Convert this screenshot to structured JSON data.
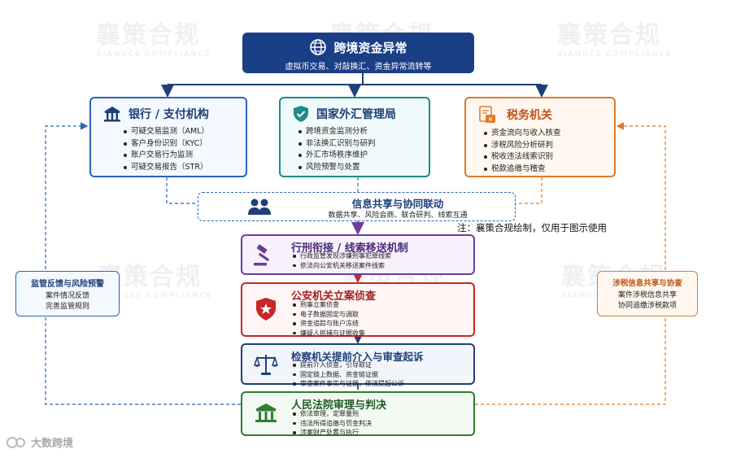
{
  "watermark": {
    "brand": "襄策合规",
    "brand_en": "XIANGCE COMPLIANCE"
  },
  "top": {
    "title": "跨境资金异常",
    "subtitle": "虚拟币交易、对敲换汇、资金异常流转等",
    "icon": "globe-icon"
  },
  "bank": {
    "title": "银行 / 支付机构",
    "icon": "bank-icon",
    "color": "#2a63b8",
    "items": [
      "可疑交易监测（AML）",
      "客户身份识别（KYC）",
      "账户交易行为监测",
      "可疑交易报告（STR）"
    ]
  },
  "safe": {
    "title": "国家外汇管理局",
    "icon": "shield-check-icon",
    "color": "#1f8a8a",
    "items": [
      "跨境资金监测分析",
      "非法换汇识别与研判",
      "外汇市场秩序维护",
      "风险预警与处置"
    ]
  },
  "tax": {
    "title": "税务机关",
    "icon": "tax-document-icon",
    "color": "#e07b2a",
    "items": [
      "资金流向与收入核查",
      "涉税风险分析研判",
      "税收违法线索识别",
      "税款追缴与稽查"
    ]
  },
  "share": {
    "title": "信息共享与协同联动",
    "subtitle": "数据共享、风险会商、联合研判、线索互通",
    "icon": "people-icon"
  },
  "note": "注：襄策合规绘制，仅用于图示使用",
  "link": {
    "title": "行刑衔接 / 线索移送机制",
    "icon": "gavel-icon",
    "color": "#6a3d9a",
    "items": [
      "行政监管发现涉嫌刑事犯罪线索",
      "依法向公安机关移送案件线索"
    ]
  },
  "police": {
    "title": "公安机关立案侦查",
    "icon": "police-badge-icon",
    "color": "#c62828",
    "items": [
      "刑事立案侦查",
      "电子数据固定与调取",
      "资金追踪与账户冻结",
      "嫌疑人抓捕与证据收集"
    ]
  },
  "procur": {
    "title": "检察机关提前介入与审查起诉",
    "icon": "scales-icon",
    "color": "#1f3f7a",
    "items": [
      "提前介入侦查，引导取证",
      "固定链上数据、资金链证据",
      "审查案件事实与证据，依法提起公诉"
    ]
  },
  "court": {
    "title": "人民法院审理与判决",
    "icon": "courthouse-icon",
    "color": "#2e7d32",
    "items": [
      "依法审理，定罪量刑",
      "违法所得追缴与罚金判决",
      "涉案财产处置与执行"
    ]
  },
  "left_side": {
    "title": "监管反馈与风险预警",
    "items": [
      "案件情况反馈",
      "完善监管规则"
    ]
  },
  "right_side": {
    "title": "涉税信息共享与协查",
    "items": [
      "案件涉税信息共享",
      "协同追缴涉税款项"
    ]
  },
  "footer_logo": "大数跨境"
}
